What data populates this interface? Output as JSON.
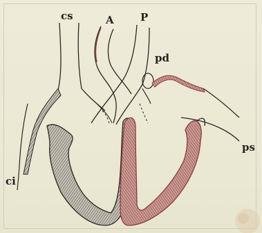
{
  "figure": {
    "labels": {
      "cs": "cs",
      "A": "A",
      "P": "P",
      "pd": "pd",
      "ps": "ps",
      "ci": "ci"
    },
    "colors": {
      "paper": "#ecead7",
      "ink": "#2a2622",
      "right_heart_fill": "#b9b6aa",
      "left_heart_fill": "#b06462",
      "left_heart_ink": "#8a3d3b",
      "stain": "#d8c6a8"
    }
  }
}
